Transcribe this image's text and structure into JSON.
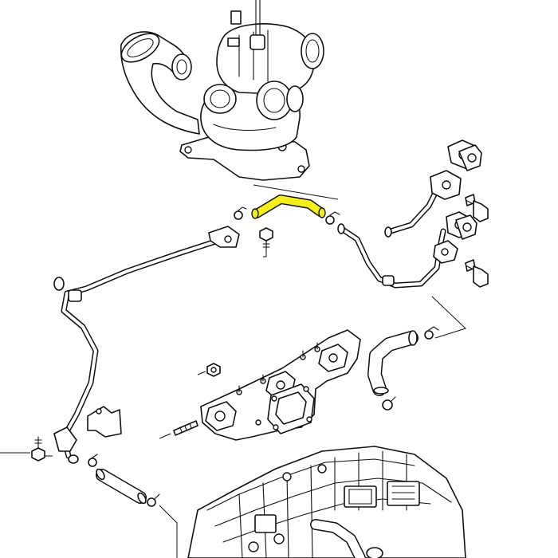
{
  "diagram": {
    "kind": "exploded parts diagram",
    "highlight_color": "#f4ee1c",
    "line_color": "#111111",
    "background_color": "#ffffff"
  },
  "parts": [
    {
      "name": "turbocharger"
    },
    {
      "name": "oil-return-hose",
      "highlighted": true
    },
    {
      "name": "oil-feed-pipe"
    },
    {
      "name": "coolant-pipe"
    },
    {
      "name": "exhaust-manifold"
    },
    {
      "name": "engine-block"
    },
    {
      "name": "elbow-hose"
    },
    {
      "name": "straight-hose"
    },
    {
      "name": "banjo-bolts"
    },
    {
      "name": "gaskets"
    },
    {
      "name": "hose-clamps"
    }
  ]
}
